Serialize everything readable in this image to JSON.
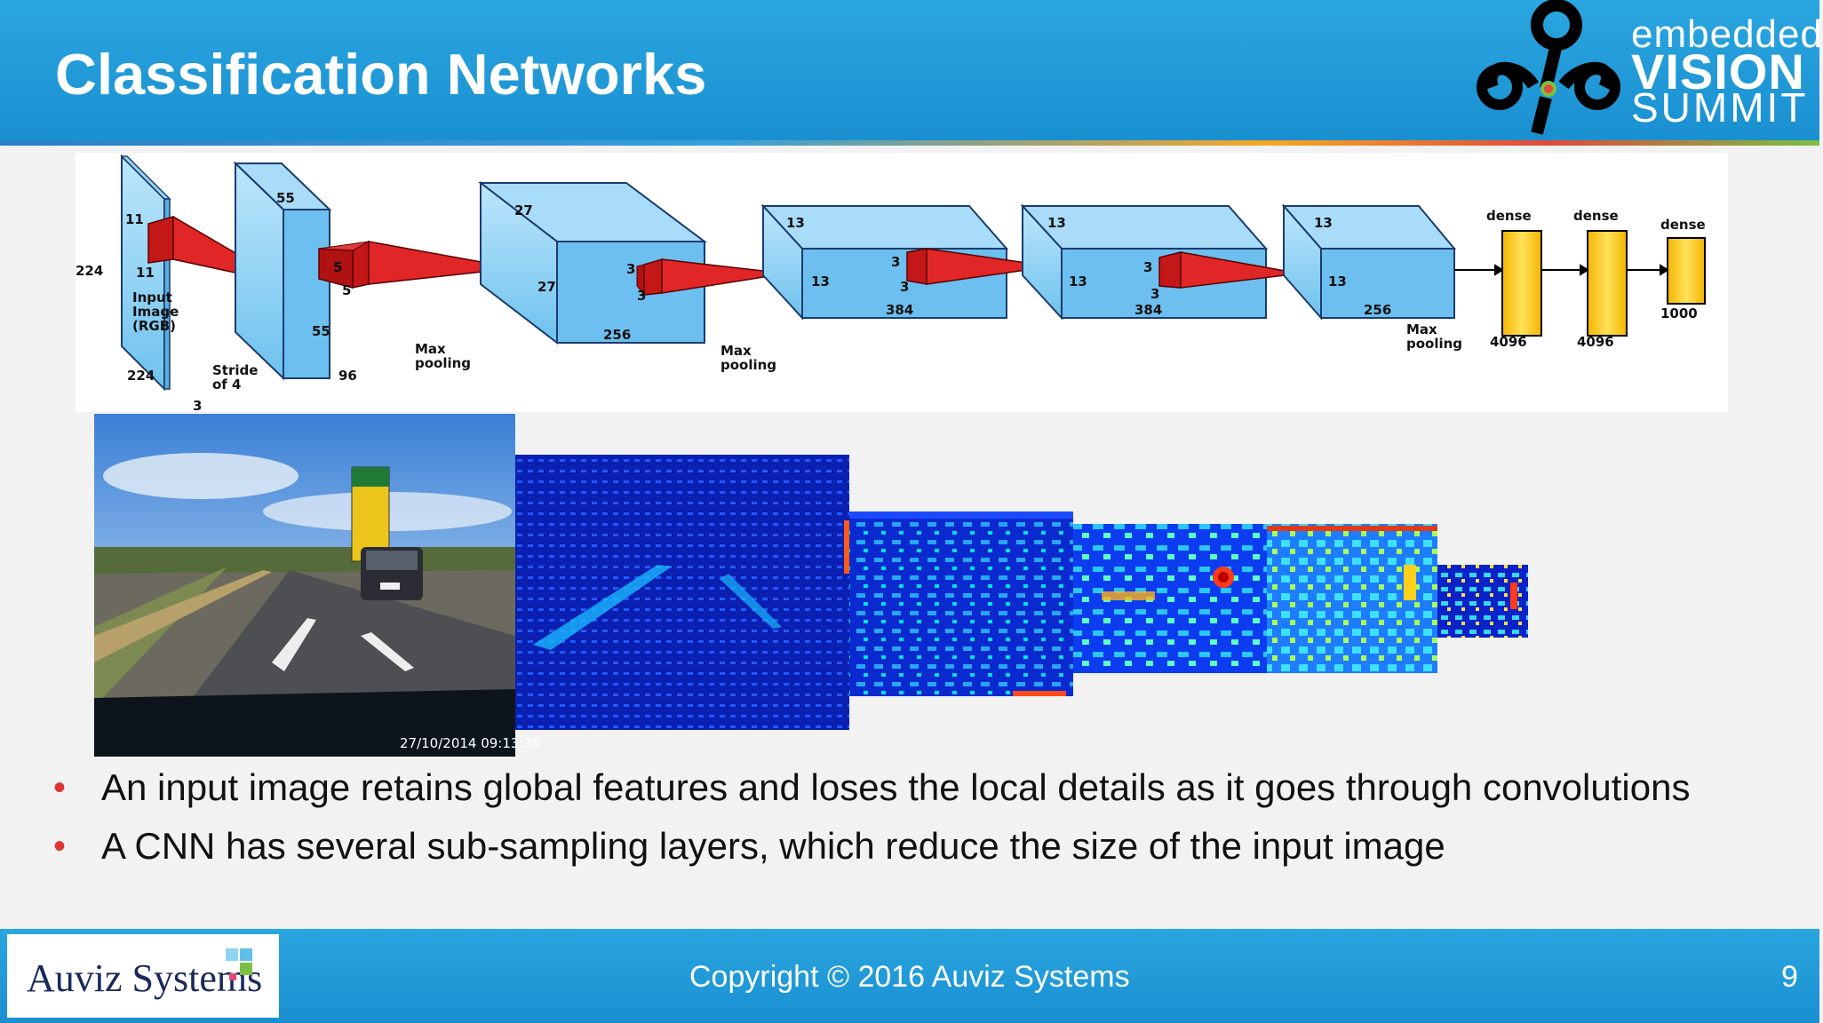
{
  "slide": {
    "title": "Classification Networks",
    "page_number": "9"
  },
  "brand": {
    "embedded": "embedded",
    "vision": "VISION",
    "summit": "SUMMIT"
  },
  "diagram": {
    "labels": {
      "dim_224_left": "224",
      "dim_224_bottom": "224",
      "dim_3_input": "3",
      "dim_11a": "11",
      "dim_11b": "11",
      "input_line1": "Input",
      "input_line2": "Image",
      "input_line3": "(RGB)",
      "stride_line1": "Stride",
      "stride_line2": "of 4",
      "l1_55_top": "55",
      "l1_55_side": "55",
      "l1_5a": "5",
      "l1_5b": "5",
      "l1_96": "96",
      "maxpool1_line1": "Max",
      "maxpool1_line2": "pooling",
      "l2_27_top": "27",
      "l2_27_side": "27",
      "l2_3a": "3",
      "l2_3b": "3",
      "l2_256": "256",
      "maxpool2_line1": "Max",
      "maxpool2_line2": "pooling",
      "l3_13_top": "13",
      "l3_13_side": "13",
      "l3_3a": "3",
      "l3_3b": "3",
      "l3_384": "384",
      "l4_13_top": "13",
      "l4_13_side": "13",
      "l4_3a": "3",
      "l4_3b": "3",
      "l4_384": "384",
      "l5_13_top": "13",
      "l5_13_side": "13",
      "l5_256": "256",
      "maxpool3_line1": "Max",
      "maxpool3_line2": "pooling",
      "dense1": "dense",
      "dense2": "dense",
      "dense3": "dense",
      "dense1_size": "4096",
      "dense2_size": "4096",
      "dense3_size": "1000"
    }
  },
  "photo": {
    "timestamp": "27/10/2014 09:13:35"
  },
  "bullets": [
    "An input image retains global features and loses the local details as it goes through convolutions",
    "A CNN has several sub-sampling layers, which reduce the size of the input image"
  ],
  "footer": {
    "company_logo": "Auviz Systems",
    "copyright": "Copyright © 2016 Auviz Systems"
  },
  "colors": {
    "header_blue": "#1f9ad6",
    "cube_blue": "#8fd0f5",
    "kernel_red": "#d41f1f",
    "dense_yellow": "#f7cf2a",
    "bullet_red": "#d33333"
  }
}
